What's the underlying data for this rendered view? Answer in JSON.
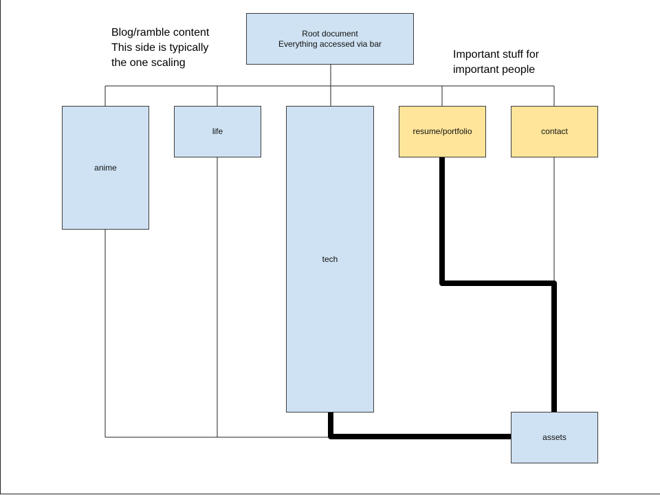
{
  "nodes": {
    "root": "Root document\nEverything accessed via bar",
    "anime": "anime",
    "life": "life",
    "tech": "tech",
    "resume": "resume/portfolio",
    "contact": "contact",
    "assets": "assets"
  },
  "annotations": {
    "blog": "Blog/ramble content\nThis side is typically\nthe one scaling",
    "important": "Important stuff for\nimportant people"
  },
  "colors": {
    "blue_node": "#cfe2f3",
    "yellow_node": "#ffe599",
    "thick_connector": "#000000"
  }
}
